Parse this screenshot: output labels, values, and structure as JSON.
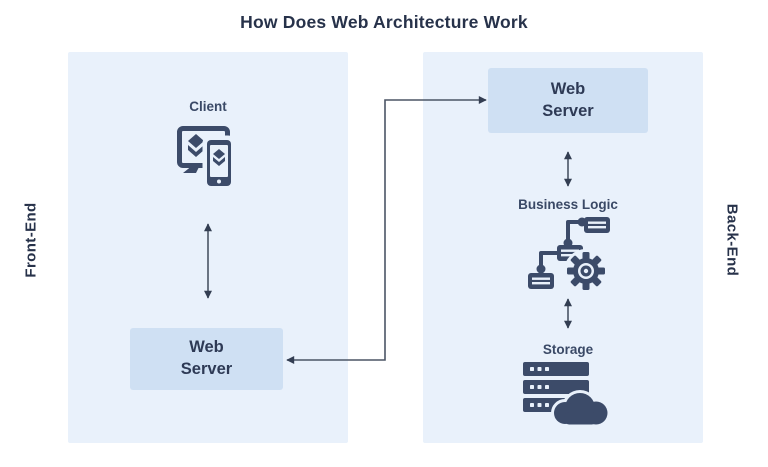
{
  "title": "How Does Web Architecture Work",
  "front_end": {
    "side_label": "Front-End",
    "client_label": "Client",
    "web_server_label": "Web Server"
  },
  "back_end": {
    "side_label": "Back-End",
    "web_server_label": "Web Server",
    "business_logic_label": "Business Logic",
    "storage_label": "Storage"
  },
  "icons": {
    "client": "client-devices-icon",
    "business_logic": "workflow-gear-icon",
    "storage": "server-cloud-icon"
  },
  "connections": [
    {
      "from": "Client",
      "to": "Web Server (front-end)",
      "style": "bidirectional-arrow"
    },
    {
      "from": "Web Server (front-end)",
      "to": "Web Server (back-end)",
      "style": "bidirectional-elbow-arrow"
    },
    {
      "from": "Web Server (back-end)",
      "to": "Business Logic",
      "style": "bidirectional-arrow"
    },
    {
      "from": "Business Logic",
      "to": "Storage",
      "style": "bidirectional-arrow"
    }
  ],
  "colors": {
    "panel_bg": "#e9f1fb",
    "box_bg": "#cfe0f3",
    "title_ink": "#27324a",
    "label_ink": "#3a4966",
    "icon_fill": "#3c4b69",
    "connector": "#4b5565",
    "arrowhead": "#333e52"
  }
}
